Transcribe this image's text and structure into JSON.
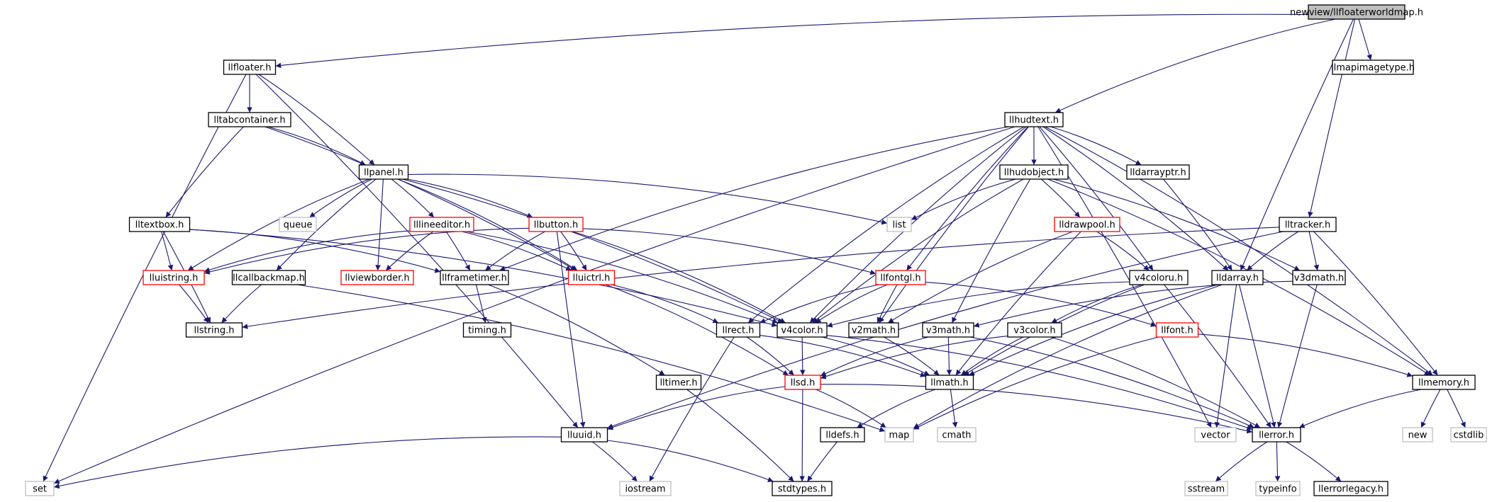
{
  "colors": {
    "root_fill": "#bfbfbf",
    "normal_border": "#000000",
    "incomplete_border": "#ff0000",
    "system_border": "#bfbfbf",
    "edge": "#191970",
    "background": "#ffffff"
  },
  "nodes": [
    {
      "id": "root",
      "label": "newview/llfloaterworldmap.h",
      "kind": "root"
    },
    {
      "id": "llfloater",
      "label": "llfloater.h",
      "kind": "normal"
    },
    {
      "id": "llmapimagetype",
      "label": "llmapimagetype.h",
      "kind": "normal"
    },
    {
      "id": "lltabcontainer",
      "label": "lltabcontainer.h",
      "kind": "normal"
    },
    {
      "id": "llhudtext",
      "label": "llhudtext.h",
      "kind": "normal"
    },
    {
      "id": "llpanel",
      "label": "llpanel.h",
      "kind": "normal"
    },
    {
      "id": "llhudobject",
      "label": "llhudobject.h",
      "kind": "normal"
    },
    {
      "id": "lldarrayptr",
      "label": "lldarrayptr.h",
      "kind": "normal"
    },
    {
      "id": "lltextbox",
      "label": "lltextbox.h",
      "kind": "normal"
    },
    {
      "id": "queue",
      "label": "queue",
      "kind": "system"
    },
    {
      "id": "lllineeditor",
      "label": "lllineeditor.h",
      "kind": "incomplete"
    },
    {
      "id": "llbutton",
      "label": "llbutton.h",
      "kind": "incomplete"
    },
    {
      "id": "list",
      "label": "list",
      "kind": "system"
    },
    {
      "id": "lldrawpool",
      "label": "lldrawpool.h",
      "kind": "incomplete"
    },
    {
      "id": "lltracker",
      "label": "lltracker.h",
      "kind": "normal"
    },
    {
      "id": "lluistring",
      "label": "lluistring.h",
      "kind": "incomplete"
    },
    {
      "id": "llcallbackmap",
      "label": "llcallbackmap.h",
      "kind": "normal"
    },
    {
      "id": "llviewborder",
      "label": "llviewborder.h",
      "kind": "incomplete"
    },
    {
      "id": "llframetimer",
      "label": "llframetimer.h",
      "kind": "normal"
    },
    {
      "id": "lluictrl",
      "label": "lluictrl.h",
      "kind": "incomplete"
    },
    {
      "id": "llfontgl",
      "label": "llfontgl.h",
      "kind": "incomplete"
    },
    {
      "id": "v4coloru",
      "label": "v4coloru.h",
      "kind": "normal"
    },
    {
      "id": "lldarray",
      "label": "lldarray.h",
      "kind": "normal"
    },
    {
      "id": "v3dmath",
      "label": "v3dmath.h",
      "kind": "normal"
    },
    {
      "id": "llstring",
      "label": "llstring.h",
      "kind": "normal"
    },
    {
      "id": "timing",
      "label": "timing.h",
      "kind": "normal"
    },
    {
      "id": "llrect",
      "label": "llrect.h",
      "kind": "normal"
    },
    {
      "id": "v4color",
      "label": "v4color.h",
      "kind": "normal"
    },
    {
      "id": "v2math",
      "label": "v2math.h",
      "kind": "normal"
    },
    {
      "id": "v3math",
      "label": "v3math.h",
      "kind": "normal"
    },
    {
      "id": "v3color",
      "label": "v3color.h",
      "kind": "normal"
    },
    {
      "id": "llfont",
      "label": "llfont.h",
      "kind": "incomplete"
    },
    {
      "id": "lltimer",
      "label": "lltimer.h",
      "kind": "normal"
    },
    {
      "id": "llsd",
      "label": "llsd.h",
      "kind": "incomplete"
    },
    {
      "id": "llmath",
      "label": "llmath.h",
      "kind": "normal"
    },
    {
      "id": "llmemory",
      "label": "llmemory.h",
      "kind": "normal"
    },
    {
      "id": "lluuid",
      "label": "lluuid.h",
      "kind": "normal"
    },
    {
      "id": "lldefs",
      "label": "lldefs.h",
      "kind": "normal"
    },
    {
      "id": "map",
      "label": "map",
      "kind": "system"
    },
    {
      "id": "cmath",
      "label": "cmath",
      "kind": "system"
    },
    {
      "id": "vector",
      "label": "vector",
      "kind": "system"
    },
    {
      "id": "llerror",
      "label": "llerror.h",
      "kind": "normal"
    },
    {
      "id": "new",
      "label": "new",
      "kind": "system"
    },
    {
      "id": "cstdlib",
      "label": "cstdlib",
      "kind": "system"
    },
    {
      "id": "set",
      "label": "set",
      "kind": "system"
    },
    {
      "id": "iostream",
      "label": "iostream",
      "kind": "system"
    },
    {
      "id": "stdtypes",
      "label": "stdtypes.h",
      "kind": "normal"
    },
    {
      "id": "sstream",
      "label": "sstream",
      "kind": "system"
    },
    {
      "id": "typeinfo",
      "label": "typeinfo",
      "kind": "system"
    },
    {
      "id": "llerrorlegacy",
      "label": "llerrorlegacy.h",
      "kind": "normal"
    }
  ],
  "edges": [
    [
      "root",
      "llfloater"
    ],
    [
      "root",
      "llmapimagetype"
    ],
    [
      "root",
      "llhudtext"
    ],
    [
      "root",
      "lldarray"
    ],
    [
      "root",
      "lltracker"
    ],
    [
      "llfloater",
      "lltabcontainer"
    ],
    [
      "llfloater",
      "llpanel"
    ],
    [
      "llfloater",
      "set"
    ],
    [
      "llfloater",
      "lluuid"
    ],
    [
      "lltabcontainer",
      "llpanel"
    ],
    [
      "lltabcontainer",
      "lltextbox"
    ],
    [
      "lltabcontainer",
      "lluictrl"
    ],
    [
      "llhudtext",
      "set"
    ],
    [
      "llhudtext",
      "llframetimer"
    ],
    [
      "llhudtext",
      "llhudobject"
    ],
    [
      "llhudtext",
      "lldarrayptr"
    ],
    [
      "llhudtext",
      "llfontgl"
    ],
    [
      "llhudtext",
      "v4coloru"
    ],
    [
      "llhudtext",
      "lldarray"
    ],
    [
      "llhudtext",
      "llrect"
    ],
    [
      "llhudtext",
      "v4color"
    ],
    [
      "llhudtext",
      "v2math"
    ],
    [
      "llhudtext",
      "llmemory"
    ],
    [
      "llhudtext",
      "vector"
    ],
    [
      "llpanel",
      "queue"
    ],
    [
      "llpanel",
      "lllineeditor"
    ],
    [
      "llpanel",
      "llbutton"
    ],
    [
      "llpanel",
      "list"
    ],
    [
      "llpanel",
      "lluistring"
    ],
    [
      "llpanel",
      "llcallbackmap"
    ],
    [
      "llpanel",
      "llviewborder"
    ],
    [
      "llpanel",
      "lluictrl"
    ],
    [
      "llpanel",
      "v4color"
    ],
    [
      "llhudobject",
      "list"
    ],
    [
      "llhudobject",
      "lldrawpool"
    ],
    [
      "llhudobject",
      "v4color"
    ],
    [
      "llhudobject",
      "v3math"
    ],
    [
      "llhudobject",
      "v3dmath"
    ],
    [
      "llhudobject",
      "llmemory"
    ],
    [
      "lldarrayptr",
      "lldarray"
    ],
    [
      "lltextbox",
      "lluistring"
    ],
    [
      "lltextbox",
      "llstring"
    ],
    [
      "lltextbox",
      "llframetimer"
    ],
    [
      "lltextbox",
      "v4color"
    ],
    [
      "lllineeditor",
      "lluistring"
    ],
    [
      "lllineeditor",
      "llviewborder"
    ],
    [
      "lllineeditor",
      "llframetimer"
    ],
    [
      "lllineeditor",
      "lluictrl"
    ],
    [
      "lllineeditor",
      "v4color"
    ],
    [
      "llbutton",
      "lluistring"
    ],
    [
      "llbutton",
      "llframetimer"
    ],
    [
      "llbutton",
      "lluictrl"
    ],
    [
      "llbutton",
      "llfontgl"
    ],
    [
      "llbutton",
      "v4color"
    ],
    [
      "llbutton",
      "lluuid"
    ],
    [
      "lldrawpool",
      "v4coloru"
    ],
    [
      "lldrawpool",
      "v2math"
    ],
    [
      "lldrawpool",
      "llmath"
    ],
    [
      "lltracker",
      "lldarray"
    ],
    [
      "lltracker",
      "v3dmath"
    ],
    [
      "lltracker",
      "llmemory"
    ],
    [
      "lltracker",
      "llstring"
    ],
    [
      "lltracker",
      "lluuid"
    ],
    [
      "lluistring",
      "llstring"
    ],
    [
      "llcallbackmap",
      "llstring"
    ],
    [
      "llcallbackmap",
      "map"
    ],
    [
      "llframetimer",
      "timing"
    ],
    [
      "llframetimer",
      "lltimer"
    ],
    [
      "lluictrl",
      "llrect"
    ],
    [
      "lluictrl",
      "llsd"
    ],
    [
      "llfontgl",
      "v4color"
    ],
    [
      "llfontgl",
      "v2math"
    ],
    [
      "llfontgl",
      "llfont"
    ],
    [
      "llfontgl",
      "llrect"
    ],
    [
      "v4coloru",
      "v4color"
    ],
    [
      "v4coloru",
      "v3color"
    ],
    [
      "v4coloru",
      "llerror"
    ],
    [
      "v4coloru",
      "llmath"
    ],
    [
      "lldarray",
      "vector"
    ],
    [
      "lldarray",
      "llerror"
    ],
    [
      "lldarray",
      "map"
    ],
    [
      "lldarray",
      "llmath"
    ],
    [
      "v3dmath",
      "v3math"
    ],
    [
      "v3dmath",
      "llerror"
    ],
    [
      "llrect",
      "llmath"
    ],
    [
      "llrect",
      "llsd"
    ],
    [
      "llrect",
      "iostream"
    ],
    [
      "v4color",
      "llmath"
    ],
    [
      "v4color",
      "llsd"
    ],
    [
      "v4color",
      "llerror"
    ],
    [
      "v2math",
      "llmath"
    ],
    [
      "v3math",
      "llmath"
    ],
    [
      "v3math",
      "llsd"
    ],
    [
      "v3math",
      "llerror"
    ],
    [
      "v3color",
      "llmath"
    ],
    [
      "v3color",
      "llsd"
    ],
    [
      "v3color",
      "llerror"
    ],
    [
      "llfont",
      "llmemory"
    ],
    [
      "llfont",
      "map"
    ],
    [
      "lltimer",
      "stdtypes"
    ],
    [
      "llsd",
      "lluuid"
    ],
    [
      "llsd",
      "map"
    ],
    [
      "llsd",
      "stdtypes"
    ],
    [
      "llsd",
      "llerror"
    ],
    [
      "llmath",
      "lldefs"
    ],
    [
      "llmath",
      "cmath"
    ],
    [
      "llmemory",
      "new"
    ],
    [
      "llmemory",
      "cstdlib"
    ],
    [
      "llmemory",
      "llerror"
    ],
    [
      "lluuid",
      "set"
    ],
    [
      "lluuid",
      "iostream"
    ],
    [
      "lluuid",
      "stdtypes"
    ],
    [
      "lldefs",
      "stdtypes"
    ],
    [
      "llerror",
      "sstream"
    ],
    [
      "llerror",
      "typeinfo"
    ],
    [
      "llerror",
      "llerrorlegacy"
    ]
  ]
}
